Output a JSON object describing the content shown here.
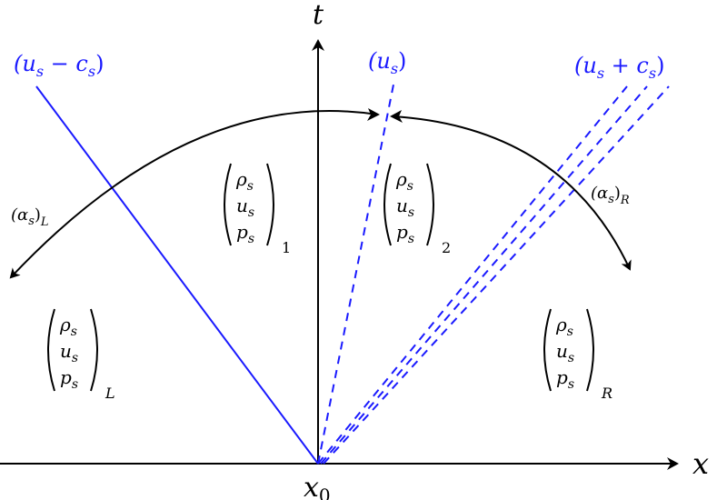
{
  "axes": {
    "t_label": "t",
    "x_label": "x",
    "origin_label": "x",
    "origin_subscript": "0"
  },
  "waves": {
    "left": {
      "label_open": "(u",
      "label_sub": "s",
      "label_op": " − c",
      "label_sub2": "s",
      "label_close": ")"
    },
    "contact": {
      "label_open": "(u",
      "label_sub": "s",
      "label_close": ")"
    },
    "right": {
      "label_open": "(u",
      "label_sub": "s",
      "label_op": " + c",
      "label_sub2": "s",
      "label_close": ")"
    }
  },
  "arrows": {
    "left": {
      "label": "(α",
      "sub": "s",
      "close": ")",
      "side": "L"
    },
    "right": {
      "label": "(α",
      "sub": "s",
      "close": ")",
      "side": "R"
    }
  },
  "states": [
    {
      "id": "L",
      "rows": [
        {
          "v": "ρ",
          "s": "s"
        },
        {
          "v": "u",
          "s": "s"
        },
        {
          "v": "p",
          "s": "s"
        }
      ],
      "index": "L"
    },
    {
      "id": "1",
      "rows": [
        {
          "v": "ρ",
          "s": "s"
        },
        {
          "v": "u",
          "s": "s"
        },
        {
          "v": "p",
          "s": "s"
        }
      ],
      "index": "1"
    },
    {
      "id": "2",
      "rows": [
        {
          "v": "ρ",
          "s": "s"
        },
        {
          "v": "u",
          "s": "s"
        },
        {
          "v": "p",
          "s": "s"
        }
      ],
      "index": "2"
    },
    {
      "id": "R",
      "rows": [
        {
          "v": "ρ",
          "s": "s"
        },
        {
          "v": "u",
          "s": "s"
        },
        {
          "v": "p",
          "s": "s"
        }
      ],
      "index": "R"
    }
  ],
  "colors": {
    "wave": "#1a1aff",
    "axis": "#000000",
    "text": "#000000"
  }
}
